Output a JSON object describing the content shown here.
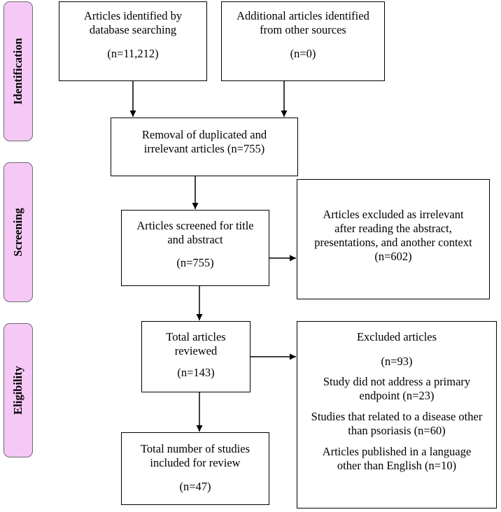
{
  "phases": {
    "identification": "Identification",
    "screening": "Screening",
    "eligibility": "Eligibility"
  },
  "boxes": {
    "database": {
      "text": "Articles identified by\ndatabase searching",
      "count": "(n=11,212)"
    },
    "other_sources": {
      "text": "Additional articles identified\nfrom other sources",
      "count": "(n=0)"
    },
    "removal": {
      "text": "Removal of duplicated and\nirrelevant articles (n=755)"
    },
    "screened": {
      "text": "Articles screened for title\nand abstract",
      "count": "(n=755)"
    },
    "excluded_irrelevant": {
      "text": "Articles excluded as irrelevant\nafter reading the abstract,\npresentations, and another context\n(n=602)"
    },
    "reviewed": {
      "text": "Total articles\nreviewed",
      "count": "(n=143)"
    },
    "excluded": {
      "title": "Excluded articles",
      "count": "(n=93)",
      "reason1": "Study did not address a primary\nendpoint (n=23)",
      "reason2": "Studies that related to a disease other\nthan psoriasis (n=60)",
      "reason3": "Articles published in a language\nother than English (n=10)"
    },
    "included": {
      "text": "Total number of studies\nincluded for review",
      "count": "(n=47)"
    }
  }
}
